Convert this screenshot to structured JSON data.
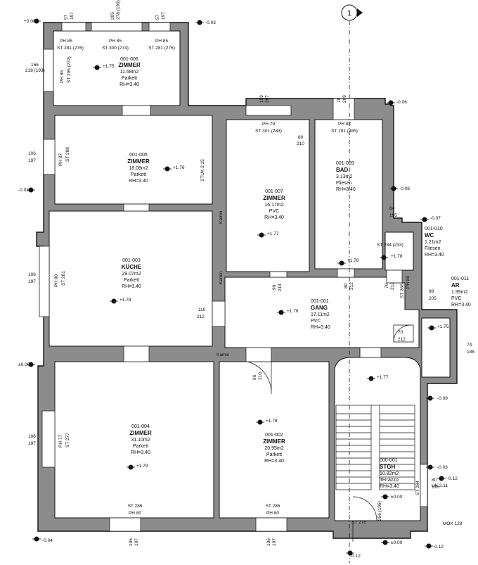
{
  "rooms": [
    {
      "id": "zimmer-006",
      "number": "001-006",
      "name": "ZIMMER",
      "area": "11.68m2",
      "floor": "Parkett",
      "height": "RH=3.40",
      "level": "+1.75"
    },
    {
      "id": "zimmer-005",
      "number": "001-005",
      "name": "ZIMMER",
      "area": "18.08m2",
      "floor": "Parkett",
      "height": "RH=3.40",
      "level": "+1.76"
    },
    {
      "id": "kueche-003",
      "number": "001-003",
      "name": "KÜCHE",
      "area": "29.07m2",
      "floor": "Parkett",
      "height": "RH=3.40",
      "level": "+1.78"
    },
    {
      "id": "zimmer-004",
      "number": "001-004",
      "name": "ZIMMER",
      "area": "31.10m2",
      "floor": "Parkett",
      "height": "RH=3.40",
      "level": "+1.79"
    },
    {
      "id": "zimmer-007",
      "number": "001-007",
      "name": "ZIMMER",
      "area": "16.17m2",
      "floor": "PVC",
      "height": "RH=3.40",
      "level": "+1.77"
    },
    {
      "id": "bad-009",
      "number": "001-009",
      "name": "BAD",
      "area": "3.13m2",
      "floor": "Fliesen",
      "height": "RH=3.40",
      "level": "+1.78"
    },
    {
      "id": "wc-010",
      "number": "001-010",
      "name": "WC",
      "area": "1.21m2",
      "floor": "Fliesen",
      "height": "RH=3.40",
      "level": "+1.78"
    },
    {
      "id": "ar-011",
      "number": "001-011",
      "name": "AR",
      "area": "1.99m2",
      "floor": "PVC",
      "height": "RH=3.40",
      "level": "+1.75"
    },
    {
      "id": "gang-001",
      "number": "001-001",
      "name": "GANG",
      "area": "17.11m2",
      "floor": "PVC",
      "height": "RH=3.40",
      "level": "+1.76"
    },
    {
      "id": "zimmer-002",
      "number": "001-002",
      "name": "ZIMMER",
      "area": "20.95m2",
      "floor": "Parkett",
      "height": "RH=3.40",
      "level": "+1.78"
    },
    {
      "id": "stgh-001",
      "number": "000-001",
      "name": "STGH",
      "area": "10.82m2",
      "floor": "Terrazzo",
      "height": "RH=3.40",
      "level": "+1.77"
    }
  ],
  "levels": {
    "top_left": "+0.01",
    "top_mid": "-0.03",
    "right_top": "-0.06",
    "right_bad": "-0.08",
    "right_wc": "-0.07",
    "left_mid": "-0.01",
    "left_low": "±0.00",
    "right_low": "-0.09",
    "stgh_right": "-0.03",
    "stgh_right2": "-0.12",
    "bottom_left": "-0.04",
    "stgh_bottom": "±0.00",
    "stgh_bottom2": "±0.00",
    "bottom_right": "-0.12",
    "bottom_mid": "-0.12"
  },
  "labels": {
    "kamin1": "Kamin",
    "kamin2": "Kamin",
    "kamin3": "Kamin",
    "stuk": "STUK 2.15",
    "uk": "UK 2.11",
    "mok": "MOK 128",
    "axis": "1"
  },
  "windows": {
    "w1": "PH 85",
    "w1b": "ST 281 (276)",
    "w2": "PH 85",
    "w2b": "ST 300 (274)",
    "w3": "PH 85",
    "w3b": "ST 281 (276)",
    "w4": "PH 79",
    "w4b": "ST 301 (288)",
    "w5": "PH 83",
    "w5b": "ST 291 (385)",
    "w6": "PH 85",
    "w6b": "ST 295 (272)",
    "w7": "PH 87",
    "w7b": "ST 288",
    "w8": "PH 80",
    "w8b": "ST 281",
    "w9": "PH 77",
    "w9b": "ST 277",
    "w10": "ST 286",
    "w10b": "PH 80",
    "w11": "ST 286",
    "w11b": "PH 80",
    "w12": "ST 284",
    "w13": "ST 276"
  },
  "dims": {
    "d1": "57",
    "d1b": "197",
    "d2": "205",
    "d2b": "278 (190)",
    "d3": "57",
    "d3b": "197",
    "d4": "166",
    "d4b": "218 (193)",
    "d5": "106",
    "d5b": "197",
    "d6": "106",
    "d6b": "197",
    "d7": "106",
    "d7b": "197",
    "d8": "159",
    "d8b": "207",
    "d9": "78",
    "d9b": "209",
    "d10": "80",
    "d10b": "210",
    "d11": "90",
    "d11b": "214",
    "d12": "80",
    "d12b": "212",
    "d13": "70",
    "d13b": "212",
    "d14": "64",
    "d14b": "195",
    "d15": "98",
    "d15b": "205",
    "d16": "74",
    "d16b": "188",
    "d17": "96",
    "d17b": "210",
    "d18": "106",
    "d18b": "197",
    "d19": "106",
    "d19b": "197",
    "d20": "110",
    "d20b": "212",
    "d21": "80",
    "d21b": "195",
    "d22": "70",
    "d22b": "212",
    "d23": "ST 286",
    "d24": "PH 80",
    "d25": "ST 284 (233)",
    "d26": "256 (195)"
  }
}
